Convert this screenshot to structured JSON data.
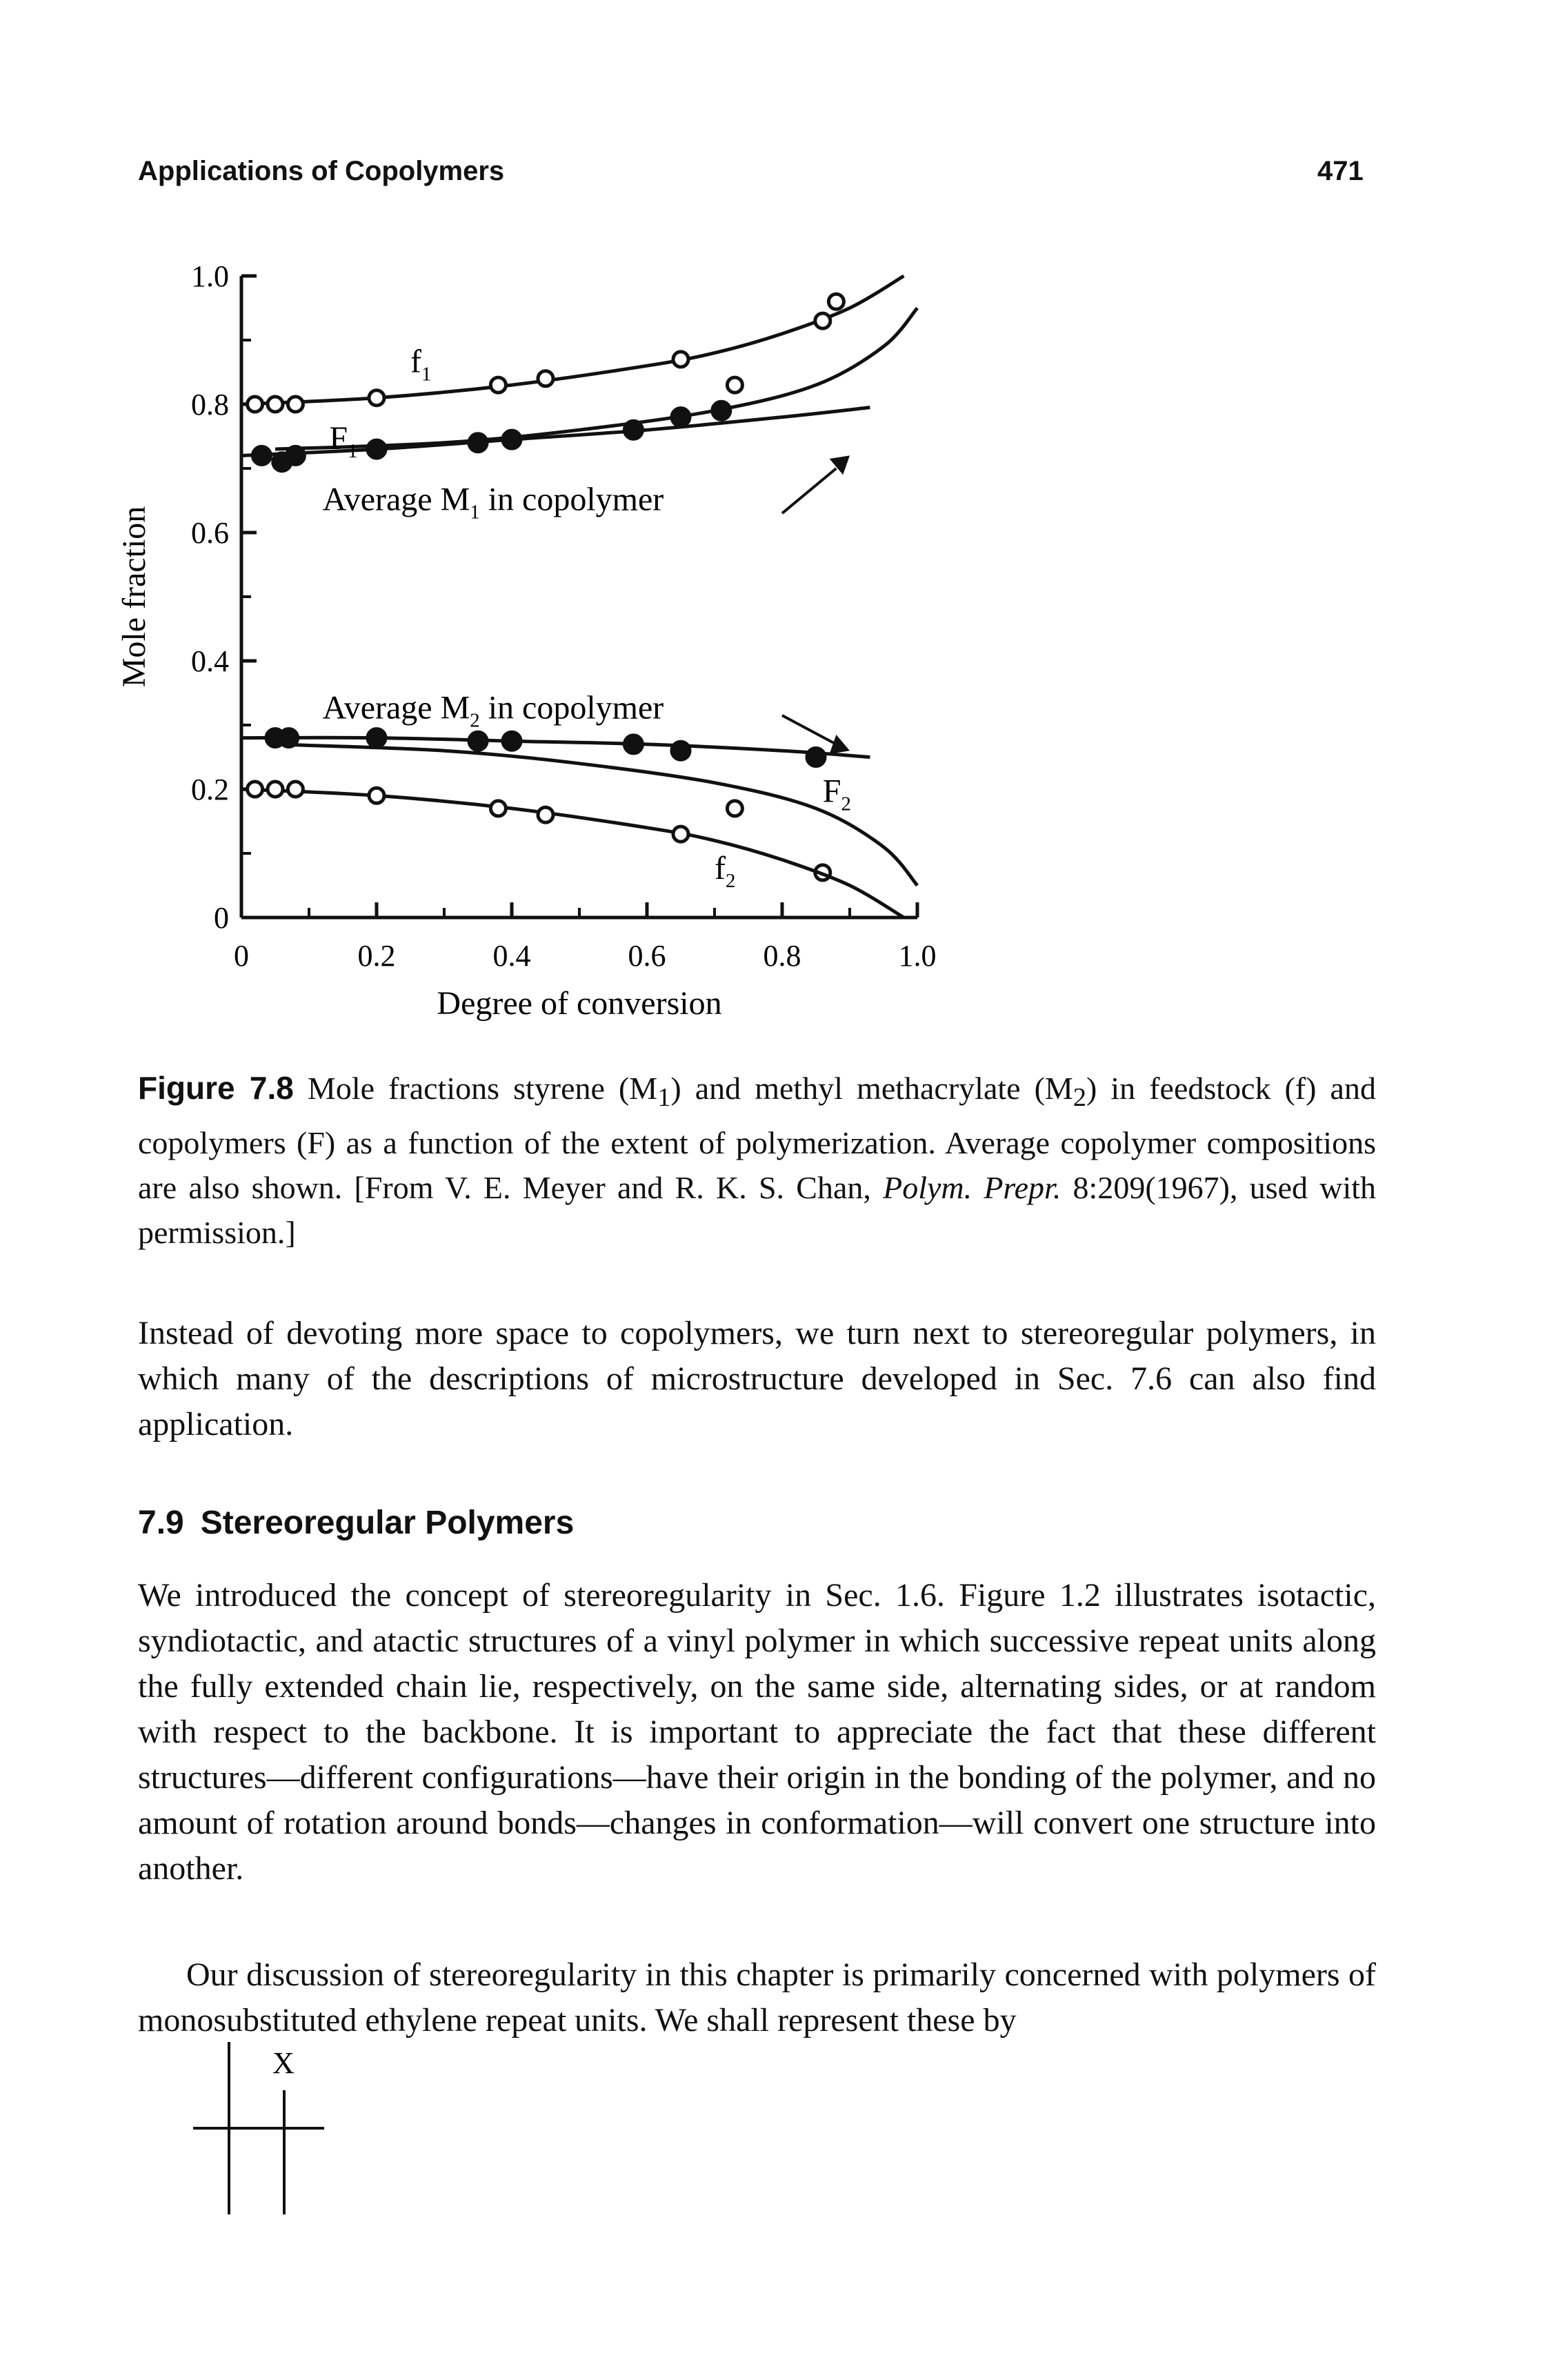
{
  "header": {
    "running_title": "Applications of Copolymers",
    "page_number": "471"
  },
  "figure": {
    "label": "Figure 7.8",
    "caption_parts": [
      "Mole fractions styrene (M",
      "1",
      ") and methyl methacrylate (M",
      "2",
      ") in feedstock (f) and copolymers (F) as a function of the extent of polymerization. Average copolymer compositions are also shown. [From V. E. Meyer and R. K. S. Chan, ",
      "Polym. Prepr.",
      " 8:209(1967), used with permission.]"
    ]
  },
  "chart_data": {
    "type": "line",
    "title": "",
    "xlabel": "Degree of conversion",
    "ylabel": "Mole fraction",
    "xlim": [
      0,
      1.0
    ],
    "ylim": [
      0,
      1.0
    ],
    "x_ticks": [
      "0",
      "0.2",
      "0.4",
      "0.6",
      "0.8",
      "1.0"
    ],
    "y_ticks": [
      "0",
      "0.2",
      "0.4",
      "0.6",
      "0.8",
      "1.0"
    ],
    "series": [
      {
        "name": "f1",
        "marker": "open",
        "x": [
          0,
          0.2,
          0.4,
          0.6,
          0.7,
          0.8,
          0.9,
          0.98
        ],
        "y": [
          0.8,
          0.81,
          0.83,
          0.86,
          0.88,
          0.91,
          0.95,
          1.0
        ],
        "points_x": [
          0.02,
          0.05,
          0.08,
          0.2,
          0.38,
          0.45,
          0.65,
          0.88
        ],
        "points_y": [
          0.8,
          0.8,
          0.8,
          0.81,
          0.83,
          0.84,
          0.87,
          0.96
        ]
      },
      {
        "name": "F1",
        "marker": "none",
        "x": [
          0.05,
          0.3,
          0.5,
          0.7,
          0.85,
          0.95,
          1.0
        ],
        "y": [
          0.73,
          0.74,
          0.76,
          0.79,
          0.83,
          0.89,
          0.95
        ],
        "points_x": [
          0.73,
          0.86
        ],
        "points_y": [
          0.83,
          0.93
        ]
      },
      {
        "name": "Average M1 in copolymer",
        "marker": "filled",
        "x": [
          0,
          0.2,
          0.4,
          0.6,
          0.8,
          0.93
        ],
        "y": [
          0.72,
          0.73,
          0.745,
          0.76,
          0.78,
          0.795
        ],
        "points_x": [
          0.03,
          0.06,
          0.08,
          0.2,
          0.35,
          0.4,
          0.58,
          0.65,
          0.71
        ],
        "points_y": [
          0.72,
          0.71,
          0.72,
          0.73,
          0.74,
          0.745,
          0.76,
          0.78,
          0.79
        ]
      },
      {
        "name": "Average M2 in copolymer",
        "marker": "filled",
        "x": [
          0,
          0.2,
          0.4,
          0.6,
          0.8,
          0.93
        ],
        "y": [
          0.28,
          0.28,
          0.275,
          0.27,
          0.26,
          0.25
        ],
        "points_x": [
          0.05,
          0.07,
          0.2,
          0.35,
          0.4,
          0.58,
          0.65,
          0.85
        ],
        "points_y": [
          0.28,
          0.28,
          0.28,
          0.275,
          0.275,
          0.27,
          0.26,
          0.25
        ]
      },
      {
        "name": "F2",
        "marker": "none",
        "x": [
          0.05,
          0.3,
          0.5,
          0.7,
          0.85,
          0.95,
          1.0
        ],
        "y": [
          0.27,
          0.26,
          0.24,
          0.21,
          0.17,
          0.11,
          0.05
        ],
        "points_x": [
          0.73,
          0.86
        ],
        "points_y": [
          0.17,
          0.07
        ]
      },
      {
        "name": "f2",
        "marker": "open",
        "x": [
          0,
          0.2,
          0.4,
          0.6,
          0.7,
          0.8,
          0.9,
          0.98
        ],
        "y": [
          0.2,
          0.19,
          0.17,
          0.14,
          0.12,
          0.09,
          0.05,
          0.0
        ],
        "points_x": [
          0.02,
          0.05,
          0.08,
          0.2,
          0.38,
          0.45,
          0.65
        ],
        "points_y": [
          0.2,
          0.2,
          0.2,
          0.19,
          0.17,
          0.16,
          0.13
        ]
      }
    ],
    "annotations": {
      "f1": "f",
      "f1_sub": "1",
      "F1": "F",
      "F1_sub": "1",
      "avgM1": "Average M",
      "avgM1_sub": "1",
      "avgM1_tail": " in copolymer",
      "avgM2": "Average M",
      "avgM2_sub": "2",
      "avgM2_tail": " in copolymer",
      "F2": "F",
      "F2_sub": "2",
      "f2": "f",
      "f2_sub": "2"
    }
  },
  "body": {
    "para1": "Instead of devoting more space to copolymers, we turn next to stereoregular polymers, in which many of the descriptions of microstructure developed in Sec. 7.6 can also find application.",
    "section_number": "7.9",
    "section_title": "Stereoregular Polymers",
    "para2": "We introduced the concept of stereoregularity in Sec. 1.6. Figure 1.2 illustrates isotactic, syndiotactic, and atactic structures of a vinyl polymer in which successive repeat units along the fully extended chain lie, respectively, on the same side, alternating sides, or at random with respect to the backbone. It is important to appreciate the fact that these different structures—different configurations—have their origin in the bonding of the polymer, and no amount of rotation around bonds—changes in conformation—will convert one structure into another.",
    "para3": "Our discussion of stereoregularity in this chapter is primarily concerned with polymers of monosubstituted ethylene repeat units. We shall represent these by",
    "structure_label": "X"
  }
}
